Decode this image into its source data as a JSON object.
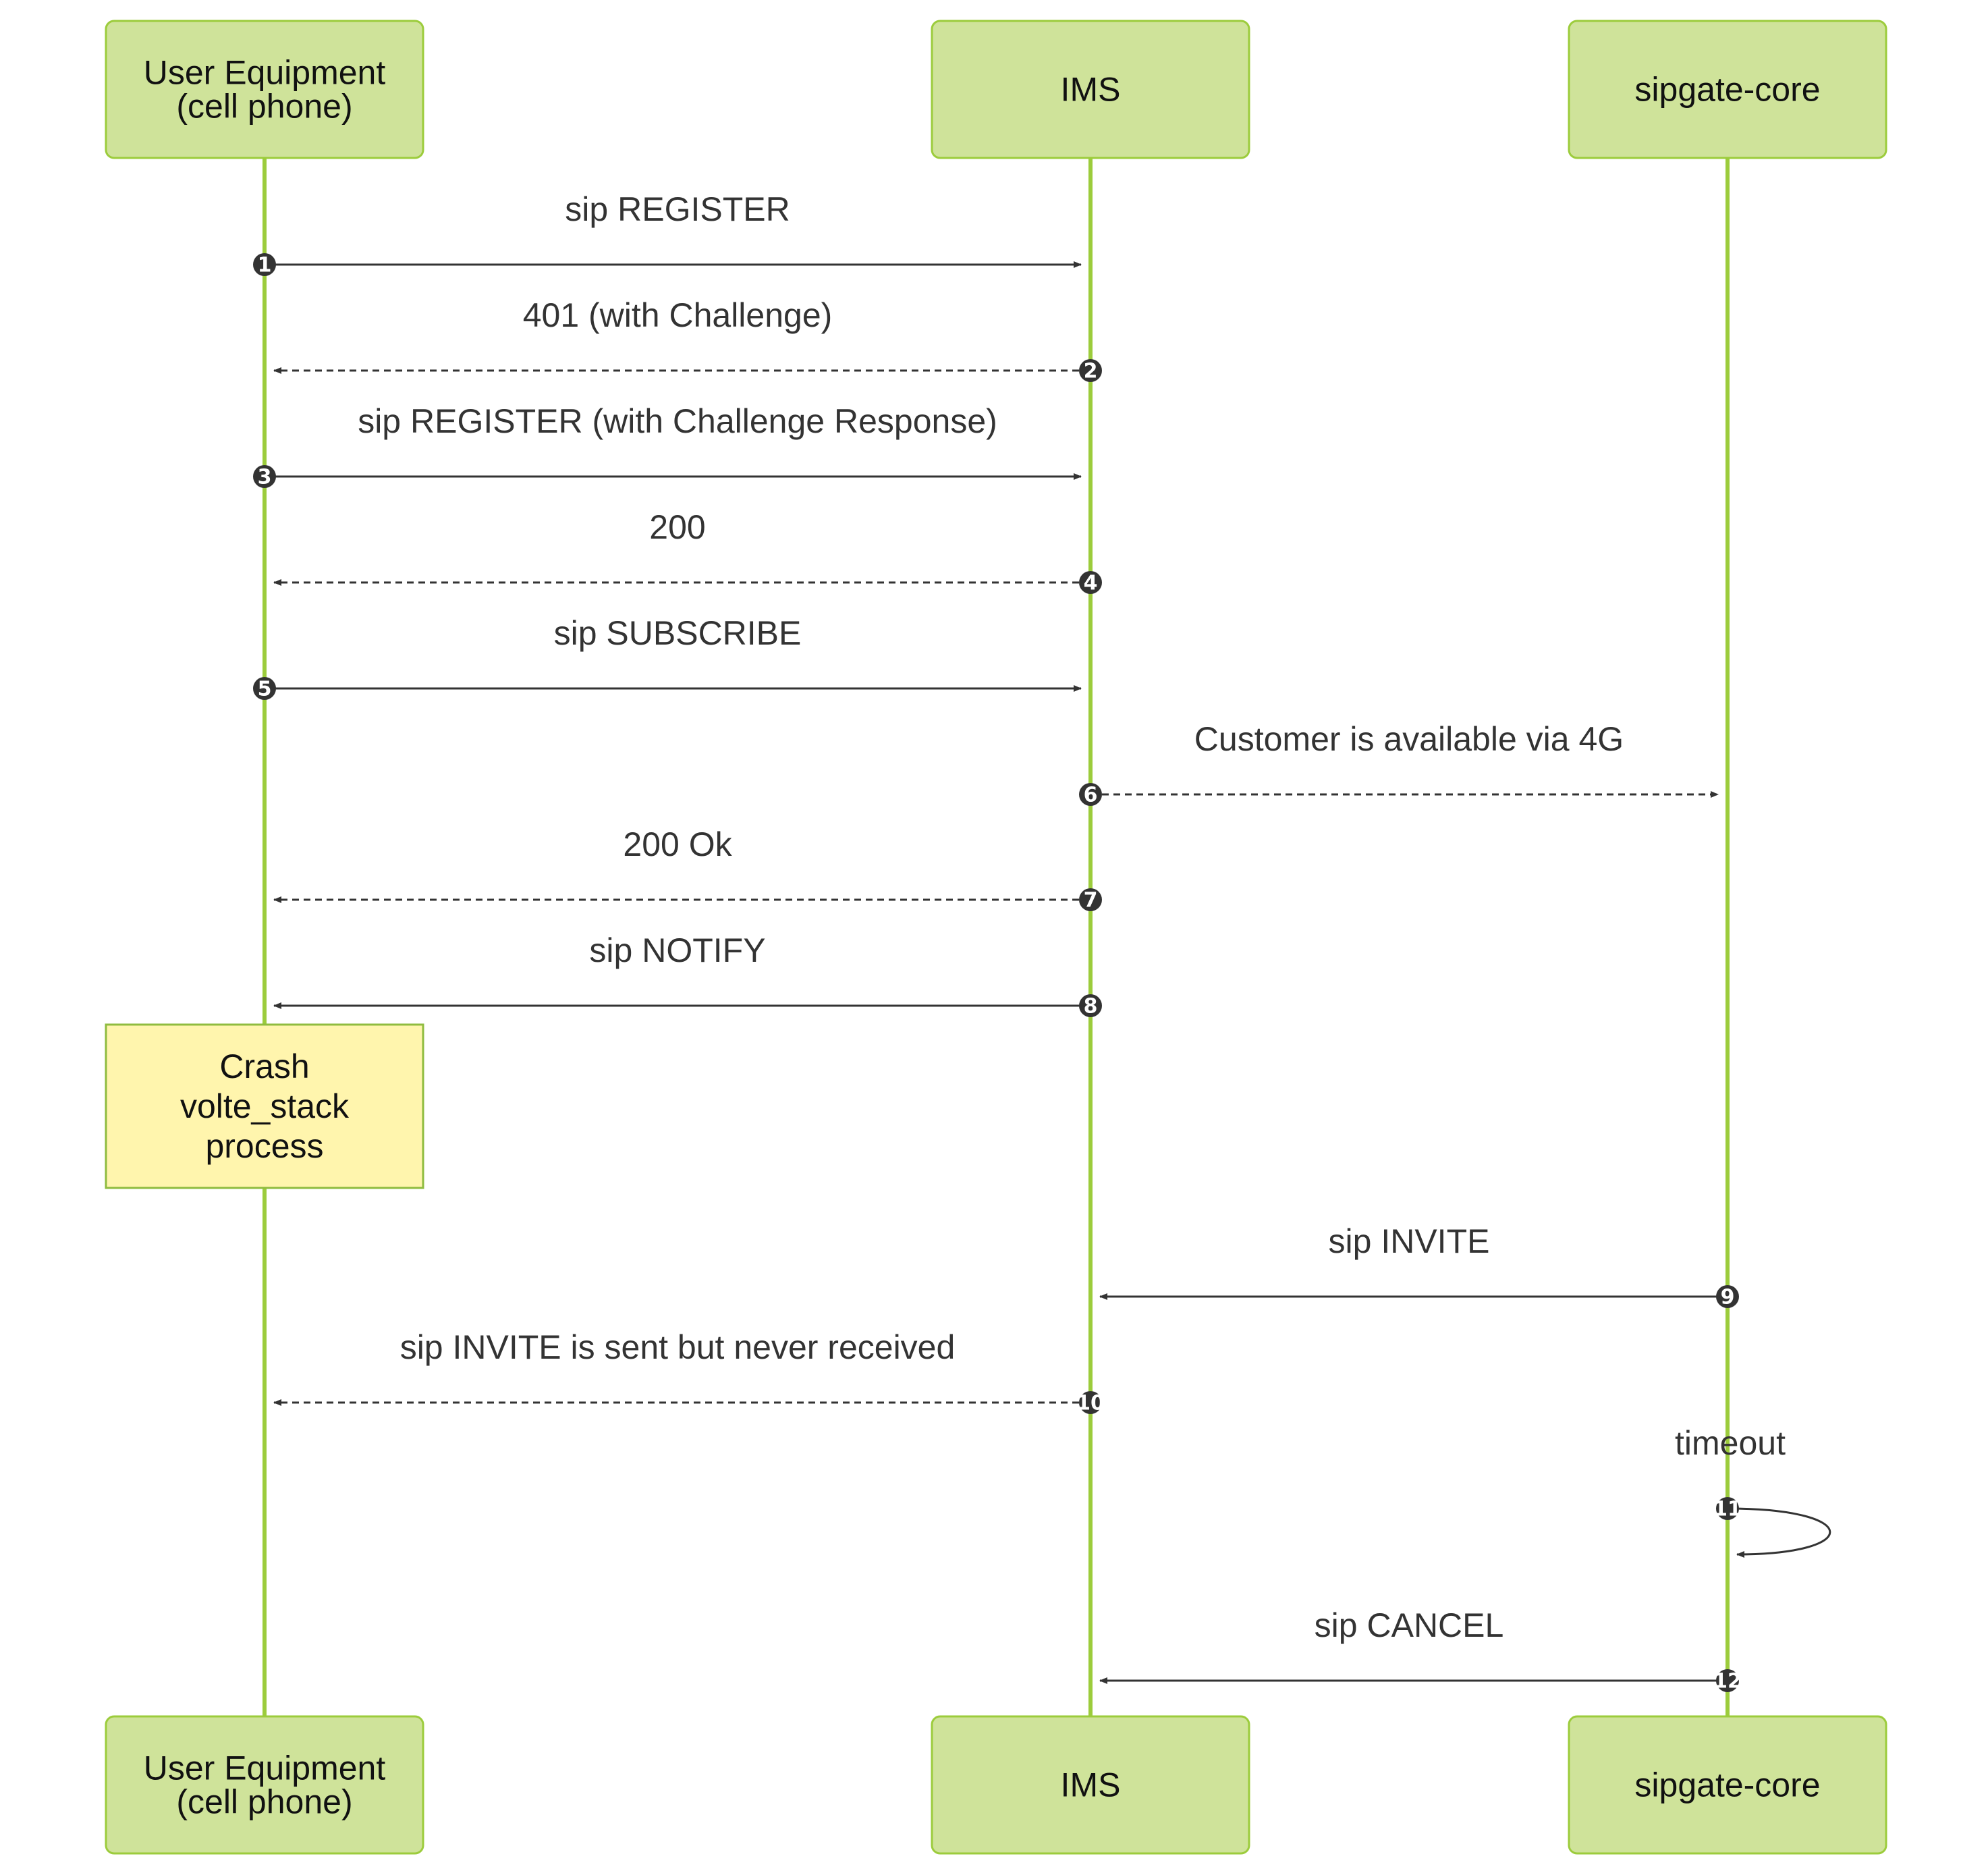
{
  "actors": [
    {
      "id": "ue",
      "lines": [
        "User Equipment",
        "(cell phone)"
      ]
    },
    {
      "id": "ims",
      "lines": [
        "IMS"
      ]
    },
    {
      "id": "core",
      "lines": [
        "sipgate-core"
      ]
    }
  ],
  "messages": [
    {
      "seq": "1",
      "from": "ue",
      "to": "ims",
      "label": "sip REGISTER",
      "style": "solid"
    },
    {
      "seq": "2",
      "from": "ims",
      "to": "ue",
      "label": "401 (with Challenge)",
      "style": "dashed"
    },
    {
      "seq": "3",
      "from": "ue",
      "to": "ims",
      "label": "sip REGISTER (with Challenge Response)",
      "style": "solid"
    },
    {
      "seq": "4",
      "from": "ims",
      "to": "ue",
      "label": "200",
      "style": "dashed"
    },
    {
      "seq": "5",
      "from": "ue",
      "to": "ims",
      "label": "sip SUBSCRIBE",
      "style": "solid"
    },
    {
      "seq": "6",
      "from": "ims",
      "to": "core",
      "label": "Customer is available via 4G",
      "style": "dashed"
    },
    {
      "seq": "7",
      "from": "ims",
      "to": "ue",
      "label": "200 Ok",
      "style": "dashed"
    },
    {
      "seq": "8",
      "from": "ims",
      "to": "ue",
      "label": "sip NOTIFY",
      "style": "solid"
    },
    {
      "seq": "9",
      "from": "core",
      "to": "ims",
      "label": "sip INVITE",
      "style": "solid"
    },
    {
      "seq": "10",
      "from": "ims",
      "to": "ue",
      "label": "sip INVITE is sent but never received",
      "style": "dashed"
    },
    {
      "seq": "11",
      "from": "core",
      "to": "core",
      "label": "timeout",
      "style": "solid"
    },
    {
      "seq": "12",
      "from": "core",
      "to": "ims",
      "label": "sip CANCEL",
      "style": "solid"
    }
  ],
  "note": {
    "over": "ue",
    "lines": [
      "Crash",
      "volte_stack",
      "process"
    ]
  },
  "colors": {
    "actor_fill": "#cfe39a",
    "actor_border": "#9ccc3c",
    "lifeline": "#9ccc3c",
    "note_fill": "#fff5ad",
    "note_border": "#8fbc3f",
    "arrow": "#333333"
  }
}
